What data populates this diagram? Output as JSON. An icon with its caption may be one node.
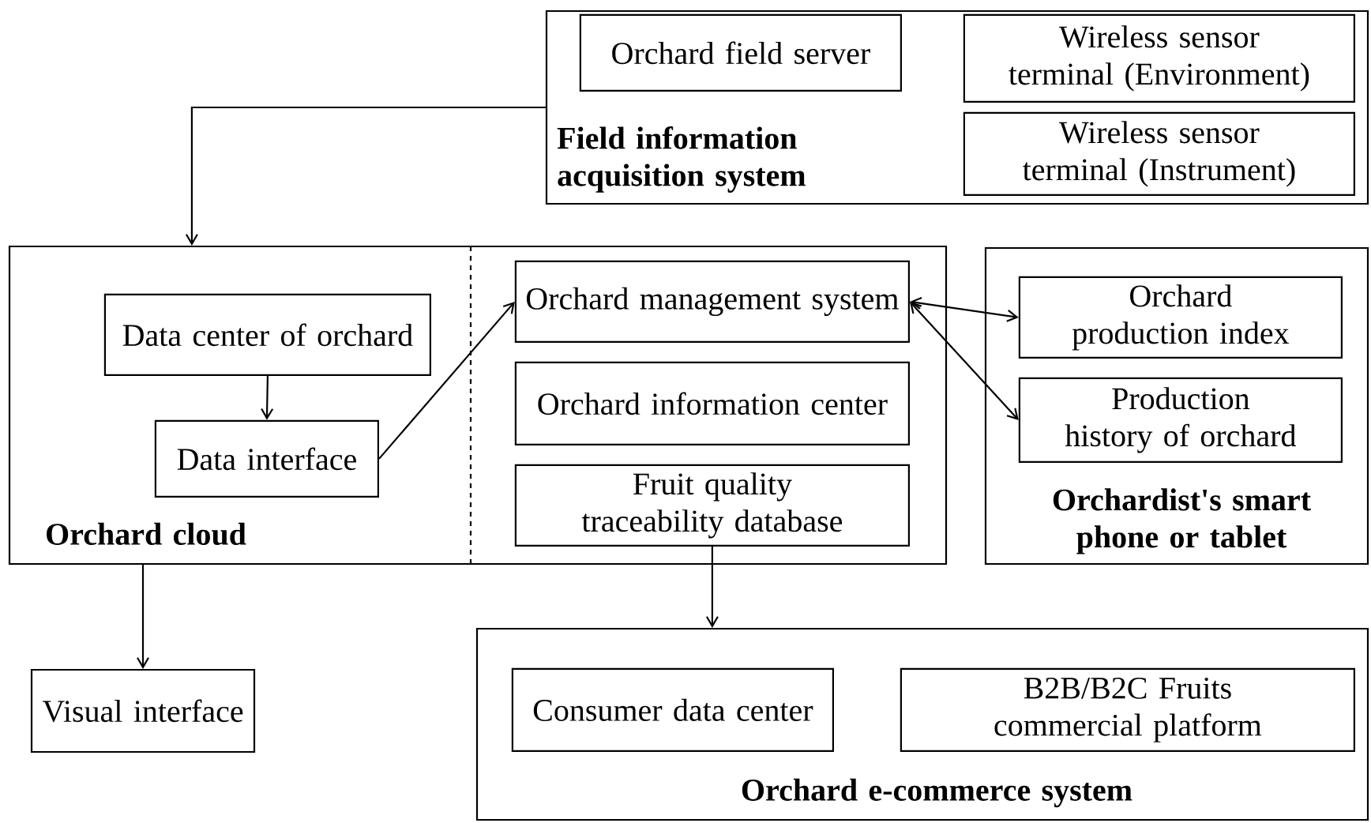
{
  "diagram": {
    "nodes": [
      {
        "text": [
          "Field information acquisition system"
        ]
      },
      {
        "text": [
          "Orchard field server"
        ],
        "in": 0
      },
      {
        "text": [
          "Wireless sensor terminal (Environment)"
        ],
        "in": 0
      },
      {
        "text": [
          "Wireless sensor terminal (Instrument)"
        ],
        "in": 0
      },
      {
        "text": [
          "Orchard cloud"
        ]
      },
      {
        "text": [
          "Data center of orchard"
        ],
        "in": 4
      },
      {
        "text": [
          "Data interface"
        ],
        "in": 4
      },
      {
        "text": [
          "Orchard management system"
        ],
        "in": 4
      },
      {
        "text": [
          "Orchard information center"
        ],
        "in": 4
      },
      {
        "text": [
          "Fruit quality traceability database"
        ],
        "in": 4
      },
      {
        "text": [
          "Orchardist's smart phone or tablet"
        ]
      },
      {
        "text": [
          "Orchard production index"
        ],
        "in": 10
      },
      {
        "text": [
          "Production history of orchard"
        ],
        "in": 10
      },
      {
        "text": [
          "Visual interface"
        ]
      },
      {
        "text": [
          "Orchard e-commerce system"
        ]
      },
      {
        "text": [
          "Consumer data center"
        ],
        "in": 14
      },
      {
        "text": [
          "B2B/B2C Fruits commercial platform"
        ],
        "in": 14
      }
    ],
    "edges": [
      {
        "from": 0,
        "to": 4,
        "arrow": "to"
      },
      {
        "from": 5,
        "to": 6,
        "arrow": "to"
      },
      {
        "from": 6,
        "to": 7,
        "arrow": "to"
      },
      {
        "from": 7,
        "to": 11,
        "arrow": "both"
      },
      {
        "from": 7,
        "to": 12,
        "arrow": "both"
      },
      {
        "from": 4,
        "to": 13,
        "arrow": "to"
      },
      {
        "from": 9,
        "to": 14,
        "arrow": "to"
      }
    ]
  }
}
